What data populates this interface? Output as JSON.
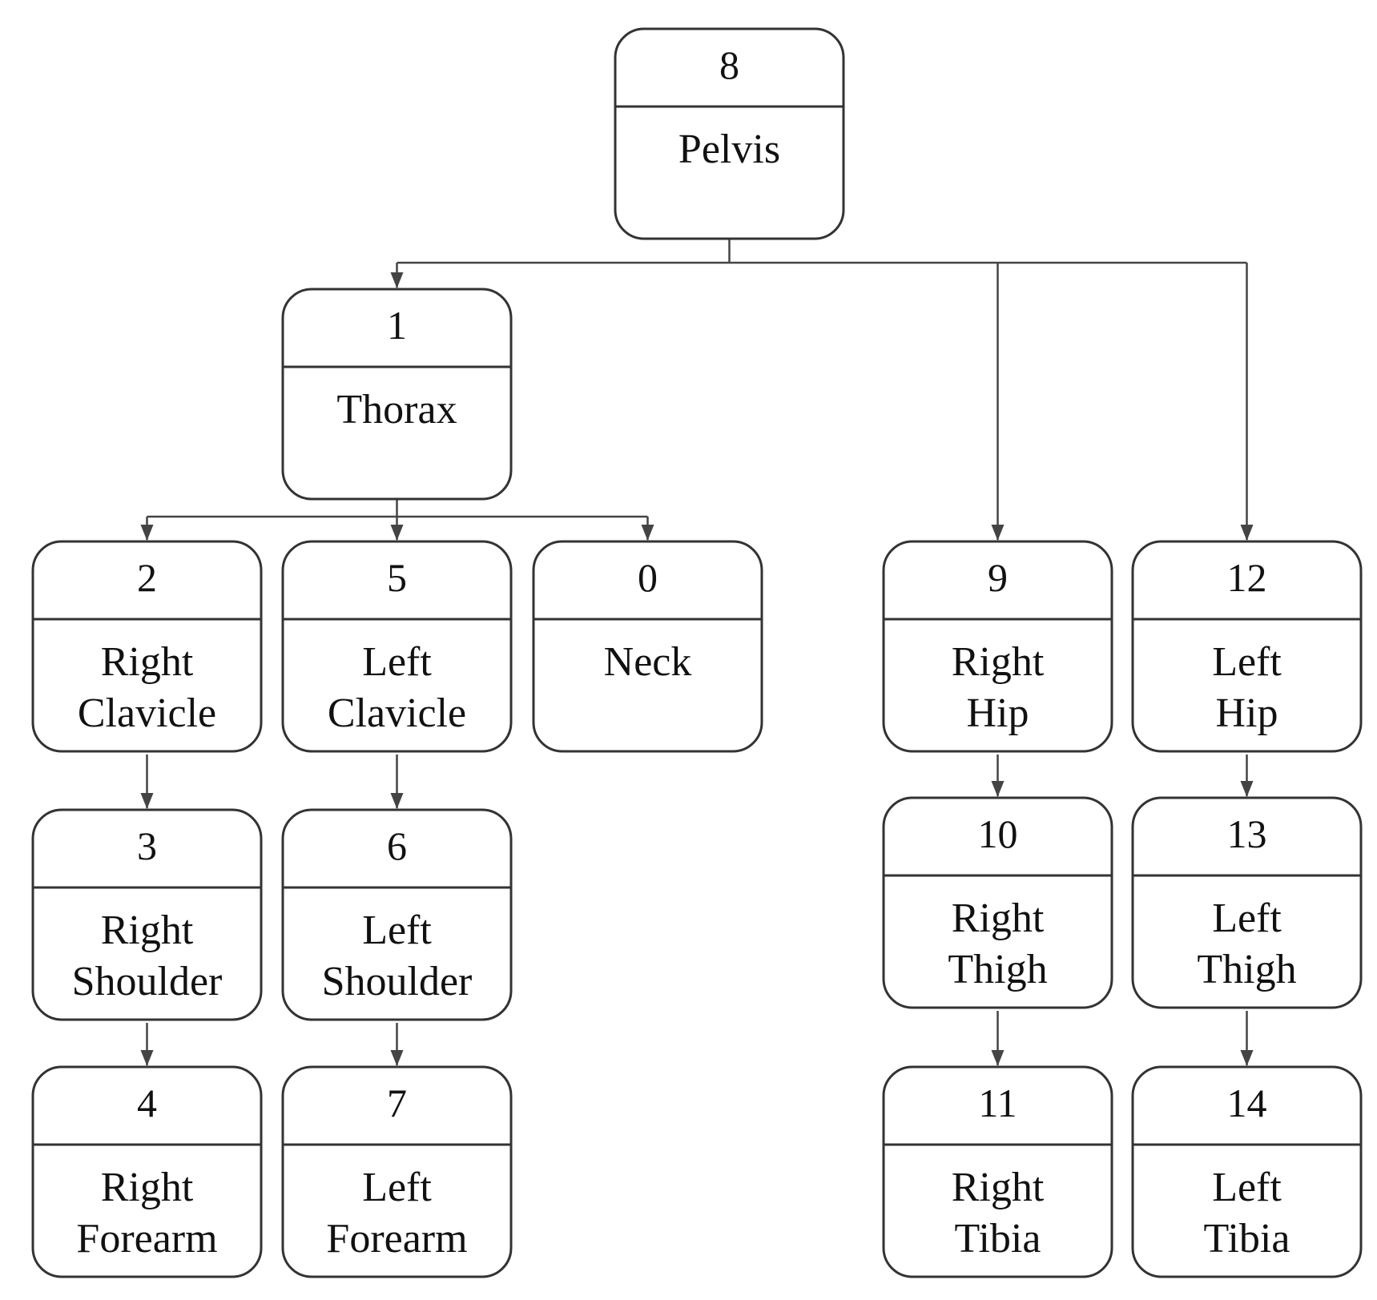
{
  "diagram": {
    "type": "tree",
    "colors": {
      "box_stroke": "#333333",
      "edge": "#444444",
      "text": "#111111",
      "background": "#ffffff"
    },
    "nodes": [
      {
        "key": "n8",
        "id": "8",
        "label": [
          "Pelvis"
        ]
      },
      {
        "key": "n1",
        "id": "1",
        "label": [
          "Thorax"
        ]
      },
      {
        "key": "n2",
        "id": "2",
        "label": [
          "Right",
          "Clavicle"
        ]
      },
      {
        "key": "n5",
        "id": "5",
        "label": [
          "Left",
          "Clavicle"
        ]
      },
      {
        "key": "n0",
        "id": "0",
        "label": [
          "Neck"
        ]
      },
      {
        "key": "n9",
        "id": "9",
        "label": [
          "Right",
          "Hip"
        ]
      },
      {
        "key": "n12",
        "id": "12",
        "label": [
          "Left",
          "Hip"
        ]
      },
      {
        "key": "n3",
        "id": "3",
        "label": [
          "Right",
          "Shoulder"
        ]
      },
      {
        "key": "n6",
        "id": "6",
        "label": [
          "Left",
          "Shoulder"
        ]
      },
      {
        "key": "n10",
        "id": "10",
        "label": [
          "Right",
          "Thigh"
        ]
      },
      {
        "key": "n13",
        "id": "13",
        "label": [
          "Left",
          "Thigh"
        ]
      },
      {
        "key": "n4",
        "id": "4",
        "label": [
          "Right",
          "Forearm"
        ]
      },
      {
        "key": "n7",
        "id": "7",
        "label": [
          "Left",
          "Forearm"
        ]
      },
      {
        "key": "n11",
        "id": "11",
        "label": [
          "Right",
          "Tibia"
        ]
      },
      {
        "key": "n14",
        "id": "14",
        "label": [
          "Left",
          "Tibia"
        ]
      }
    ],
    "edges": [
      {
        "from": "8",
        "to": "1"
      },
      {
        "from": "8",
        "to": "9"
      },
      {
        "from": "8",
        "to": "12"
      },
      {
        "from": "1",
        "to": "2"
      },
      {
        "from": "1",
        "to": "5"
      },
      {
        "from": "1",
        "to": "0"
      },
      {
        "from": "2",
        "to": "3"
      },
      {
        "from": "3",
        "to": "4"
      },
      {
        "from": "5",
        "to": "6"
      },
      {
        "from": "6",
        "to": "7"
      },
      {
        "from": "9",
        "to": "10"
      },
      {
        "from": "10",
        "to": "11"
      },
      {
        "from": "12",
        "to": "13"
      },
      {
        "from": "13",
        "to": "14"
      }
    ]
  }
}
